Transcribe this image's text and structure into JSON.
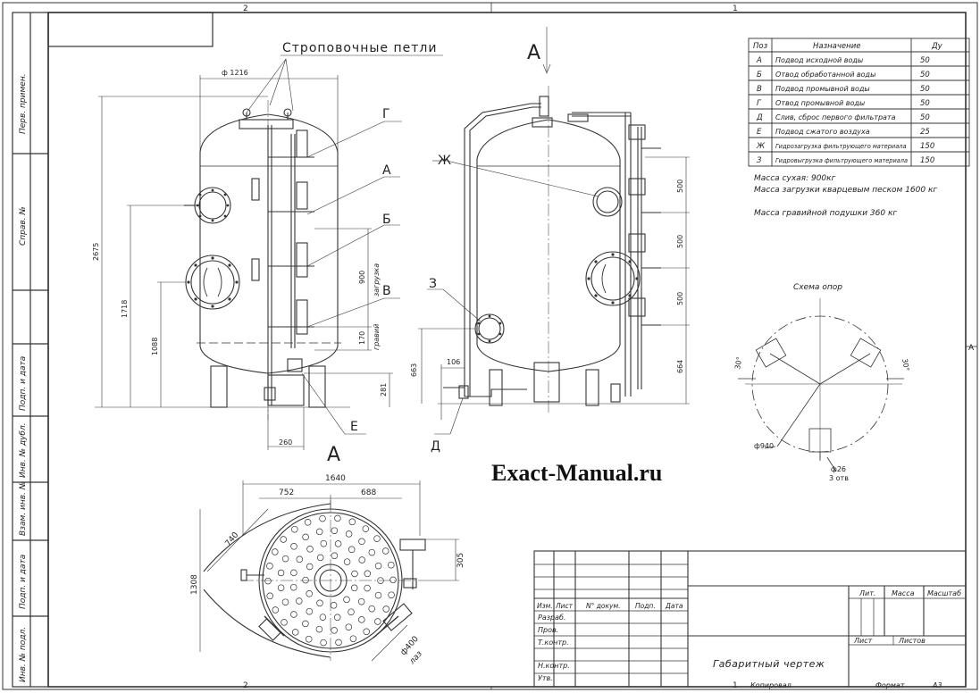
{
  "frame": {
    "zone_top_left": "2",
    "zone_top_right": "1",
    "zone_bottom_left": "2",
    "zone_bottom_right": "1",
    "zone_side": "A",
    "copied": "Копировал",
    "format_label": "Формат",
    "format_value": "A3"
  },
  "side_strip": [
    "Перв. примен.",
    "Справ. №",
    "Подп. и дата",
    "Инв. № дубл.",
    "Взам. инв. №",
    "Подп. и дата",
    "Инв. № подл."
  ],
  "labels": {
    "slinging": "Строповочные петли",
    "view_a_top": "A",
    "view_a_bottom": "A",
    "g": "Г",
    "a": "A",
    "b": "Б",
    "v": "В",
    "e": "Е",
    "zh": "Ж",
    "z": "З",
    "d": "Д",
    "loading": "загрузка",
    "gravel": "гравий",
    "supports_scheme": "Схема опор"
  },
  "dims": {
    "d1216": "ф 1216",
    "h2675": "2675",
    "h1718": "1718",
    "h1088": "1088",
    "h900": "900",
    "h170": "170",
    "h281": "281",
    "w260": "260",
    "h663": "663",
    "w106": "106",
    "h500a": "500",
    "h500b": "500",
    "h500c": "500",
    "h664": "664",
    "w1640": "1640",
    "w752": "752",
    "w688": "688",
    "d740": "740",
    "h1308": "1308",
    "w305": "305",
    "d400": "ф400",
    "laz": "лаз",
    "a30l": "30°",
    "a30r": "30°",
    "d940": "ф940",
    "d26": "ф26",
    "holes3": "3 отв"
  },
  "table": {
    "headers": [
      "Поз",
      "Назначение",
      "Ду"
    ],
    "rows": [
      {
        "pos": "A",
        "name": "Подвод исходной воды",
        "du": "50"
      },
      {
        "pos": "Б",
        "name": "Отвод обработанной воды",
        "du": "50"
      },
      {
        "pos": "В",
        "name": "Подвод промывной воды",
        "du": "50"
      },
      {
        "pos": "Г",
        "name": "Отвод промывной воды",
        "du": "50"
      },
      {
        "pos": "Д",
        "name": "Слив, сброс первого фильтрата",
        "du": "50"
      },
      {
        "pos": "Е",
        "name": "Подвод сжатого воздуха",
        "du": "25"
      },
      {
        "pos": "Ж",
        "name": "Гидрозагрузка фильтрующего материала",
        "du": "150"
      },
      {
        "pos": "З",
        "name": "Гидровыгрузка фильтрующего материала",
        "du": "150"
      }
    ]
  },
  "notes": {
    "dry_mass": "Масса сухая: 900кг",
    "sand_mass": "Масса загрузки кварцевым песком 1600 кг",
    "gravel_mass": "Масса гравийной подушки 360 кг"
  },
  "watermark": "Exact-Manual.ru",
  "title_block": {
    "izm": "Изм.",
    "list": "Лист",
    "doc_no": "N° докум.",
    "sign": "Подп.",
    "date": "Дата",
    "razrab": "Разраб.",
    "prov": "Пров.",
    "tkontr": "Т.контр.",
    "nkontr": "Н.контр.",
    "utv": "Утв.",
    "lit": "Лит.",
    "mass": "Масса",
    "scale": "Масштаб",
    "sheet": "Лист",
    "sheets": "Листов",
    "title": "Габаритный чертеж"
  }
}
